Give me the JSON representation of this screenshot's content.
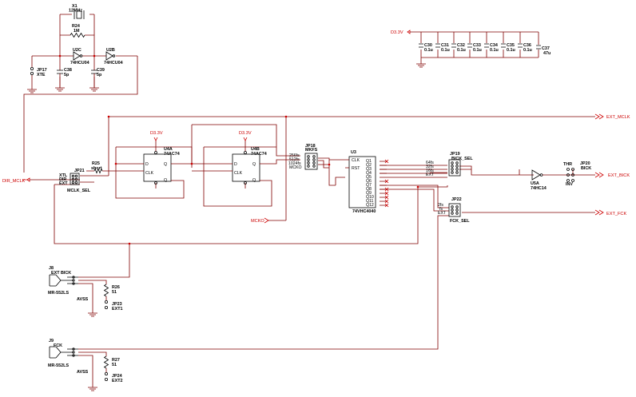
{
  "colors": {
    "wire": "#800000",
    "net": "#cc0000",
    "ink": "#000000",
    "background": "#ffffff"
  },
  "crystal": {
    "ref": "X1",
    "value": "12MHz",
    "res_ref": "R24",
    "res_value": "1M"
  },
  "inverters_top": {
    "a_ref": "U2C",
    "a_part": "74HCU04",
    "b_ref": "U2B",
    "b_part": "74HCU04"
  },
  "jp17": {
    "ref": "JP17",
    "label": "XTE"
  },
  "c38": {
    "ref": "C38",
    "value": "5p"
  },
  "c39": {
    "ref": "C39",
    "value": "5p"
  },
  "power": {
    "d33_top": "D3.3V",
    "d33_a": "D3.3V",
    "d33_b": "D3.3V"
  },
  "caps": [
    {
      "ref": "C30",
      "value": "0.1u"
    },
    {
      "ref": "C31",
      "value": "0.1u"
    },
    {
      "ref": "C32",
      "value": "0.1u"
    },
    {
      "ref": "C33",
      "value": "0.1u"
    },
    {
      "ref": "C34",
      "value": "0.1u"
    },
    {
      "ref": "C35",
      "value": "0.1u"
    },
    {
      "ref": "C36",
      "value": "0.1u"
    }
  ],
  "c37": {
    "ref": "C37",
    "value": "47u"
  },
  "nets": {
    "dir_mclk": "DIR_MCLK",
    "ext_mclk": "EXT_MCLK",
    "ext_bick": "EXT_BICK",
    "ext_fck": "EXT_FCK",
    "mcko": "MCKO"
  },
  "jp21": {
    "ref": "JP21",
    "label": "MCLK_SEL",
    "pins": [
      "XTL",
      "DIR",
      "EXT"
    ]
  },
  "r25": {
    "ref": "R25",
    "value": "short"
  },
  "u4a": {
    "ref": "U4A",
    "part": "74AC74",
    "pin_labels": [
      "D",
      "Q",
      "CLK",
      "Q"
    ]
  },
  "u4b": {
    "ref": "U4B",
    "part": "74AC74",
    "pin_labels": [
      "D",
      "Q",
      "CLK",
      "Q"
    ]
  },
  "jp18": {
    "ref": "JP18",
    "label": "MKFS",
    "opts": [
      "256fs",
      "512fs",
      "1024fs",
      "MCKO"
    ]
  },
  "u3": {
    "ref": "U3",
    "part": "74VHC4040",
    "in_pins": [
      "CLK",
      "RST"
    ],
    "outs": [
      "Q1",
      "Q2",
      "Q3",
      "Q4",
      "Q5",
      "Q6",
      "Q7",
      "Q8",
      "Q9",
      "Q10",
      "Q11",
      "Q12"
    ]
  },
  "jp19": {
    "ref": "JP19",
    "label": "BICK_SEL",
    "opts": [
      "64fs",
      "32fs",
      "16fs",
      "EXT"
    ]
  },
  "jp22": {
    "ref": "JP22",
    "label": "FCK_SEL",
    "opts": [
      "2fs",
      "fs",
      "EXT"
    ]
  },
  "u5a": {
    "ref": "U5A",
    "part": "74HC14"
  },
  "jp20": {
    "ref": "JP20",
    "label": "BICK",
    "thr": "THR",
    "inv": "INV"
  },
  "j8": {
    "ref": "J8",
    "label": "EXT BICK",
    "part": "MR-552LS"
  },
  "j9": {
    "ref": "J9",
    "label": "FCK",
    "part": "MR-552LS"
  },
  "r26": {
    "ref": "R26",
    "value": "51"
  },
  "r27": {
    "ref": "R27",
    "value": "51"
  },
  "avss": [
    "AVSS",
    "AVSS"
  ],
  "jp23": {
    "ref": "JP23",
    "label": "EXT1"
  },
  "jp24": {
    "ref": "JP24",
    "label": "EXT2"
  }
}
